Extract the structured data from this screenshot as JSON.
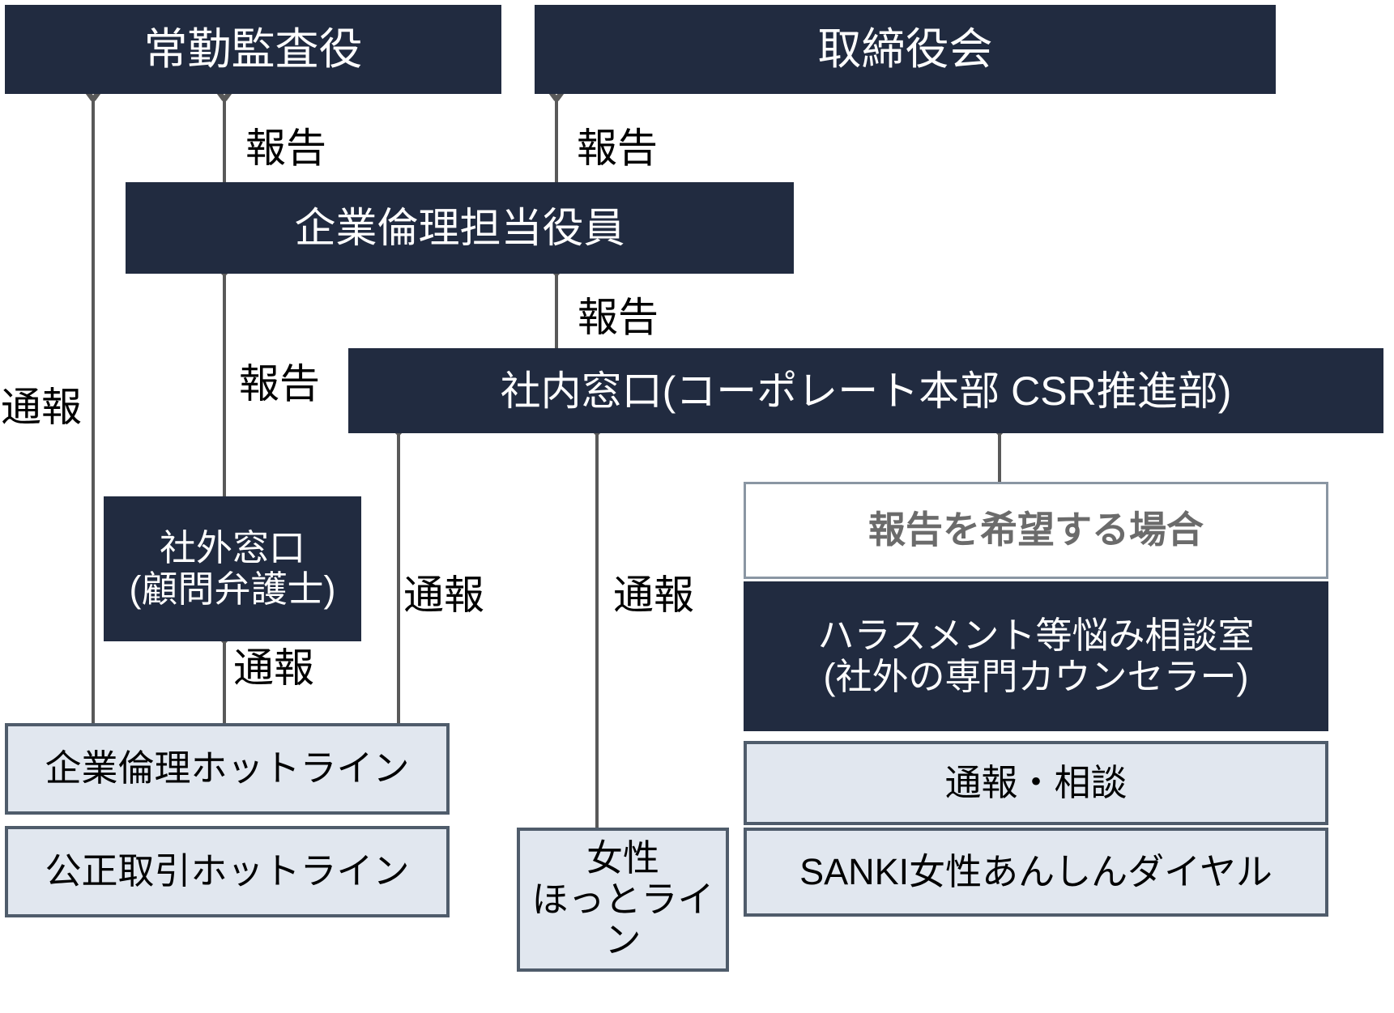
{
  "diagram": {
    "title_semantics": "corporate-whistleblowing-reporting-structure",
    "colors": {
      "dark_box_fill": "#212B40",
      "dark_box_text": "#FFFFFF",
      "light_box_fill": "#E1E7EF",
      "light_box_border": "#4F5C6B",
      "white_box_border": "#8A96A3",
      "white_box_text": "#6B6B6B",
      "arrow_color": "#595959"
    },
    "nodes": {
      "standing_auditor": "常勤監査役",
      "board_of_directors": "取締役会",
      "ethics_officer": "企業倫理担当役員",
      "internal_desk": "社内窓口(コーポレート本部 CSR推進部)",
      "external_desk": "社外窓口\n(顧問弁護士)",
      "wish_report": "報告を希望する場合",
      "harassment_room": "ハラスメント等悩み相談室\n(社外の専門カウンセラー)",
      "corporate_ethics_hotline": "企業倫理ホットライン",
      "fair_trade_hotline": "公正取引ホットライン",
      "women_hotline": "女性\nほっとライン",
      "report_consult": "通報・相談",
      "sanki_women_dial": "SANKI女性あんしんダイヤル"
    },
    "edge_labels": {
      "report": "報告",
      "notify": "通報"
    },
    "edges": [
      {
        "id": "hotlines-to-standing-auditor",
        "label": "通報",
        "from": "企業倫理ホットライン",
        "to": "常勤監査役"
      },
      {
        "id": "ethics-officer-to-standing-auditor",
        "label": "報告",
        "from": "企業倫理担当役員",
        "to": "常勤監査役"
      },
      {
        "id": "ethics-officer-to-board",
        "label": "報告",
        "from": "企業倫理担当役員",
        "to": "取締役会"
      },
      {
        "id": "external-desk-to-ethics-officer",
        "label": "報告",
        "from": "社外窓口(顧問弁護士)",
        "to": "企業倫理担当役員"
      },
      {
        "id": "internal-desk-to-ethics-officer",
        "label": "報告",
        "from": "社内窓口(コーポレート本部 CSR推進部)",
        "to": "企業倫理担当役員"
      },
      {
        "id": "hotline-to-external-desk",
        "label": "通報",
        "from": "企業倫理ホットライン",
        "to": "社外窓口(顧問弁護士)"
      },
      {
        "id": "hotline-to-internal-desk",
        "label": "通報",
        "from": "企業倫理ホットライン",
        "to": "社内窓口(コーポレート本部 CSR推進部)"
      },
      {
        "id": "women-hotline-to-internal-desk",
        "label": "通報",
        "from": "女性ほっとライン",
        "to": "社内窓口(コーポレート本部 CSR推進部)"
      },
      {
        "id": "harassment-room-to-internal-desk",
        "label": "",
        "from": "報告を希望する場合",
        "to": "社内窓口(コーポレート本部 CSR推進部)"
      }
    ],
    "labels": {
      "report_left_auditor": "報告",
      "report_left_board": "報告",
      "report_ethics_officer": "報告",
      "report_internal_desk": "報告",
      "notify_far_left": "通報",
      "notify_external_desk": "通報",
      "notify_internal_left": "通報",
      "notify_internal_right": "通報"
    }
  }
}
